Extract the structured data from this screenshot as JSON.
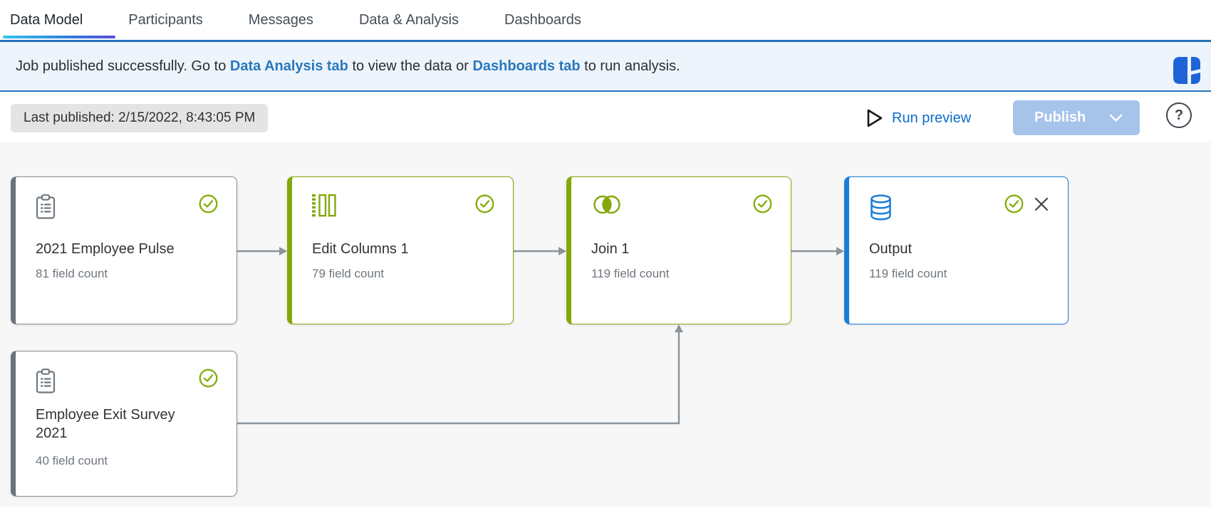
{
  "tabs": {
    "items": [
      {
        "label": "Data Model",
        "active": true
      },
      {
        "label": "Participants",
        "active": false
      },
      {
        "label": "Messages",
        "active": false
      },
      {
        "label": "Data & Analysis",
        "active": false
      },
      {
        "label": "Dashboards",
        "active": false
      }
    ]
  },
  "banner": {
    "text_start": "Job published successfully. Go to ",
    "link_data_analysis": "Data Analysis tab",
    "text_middle": " to view the data or ",
    "link_dashboards": "Dashboards tab",
    "text_end": " to run analysis.",
    "logo_icon": "feedback-widget-logo"
  },
  "toolbar": {
    "last_published": "Last published: 2/15/2022, 8:43:05 PM",
    "run_preview_label": "Run preview",
    "publish_label": "Publish",
    "help_label": "?"
  },
  "flow": {
    "nodes": [
      {
        "title": "2021 Employee Pulse",
        "subtitle": "81 field count",
        "icon": "survey-icon",
        "variant": "gray",
        "status": "published"
      },
      {
        "title": "Edit Columns 1",
        "subtitle": "79 field count",
        "icon": "edit-columns-icon",
        "variant": "green",
        "status": "published"
      },
      {
        "title": "Join 1",
        "subtitle": "119 field count",
        "icon": "join-icon",
        "variant": "green",
        "status": "published"
      },
      {
        "title": "Output",
        "subtitle": "119 field count",
        "icon": "database-icon",
        "variant": "blue",
        "status": "published",
        "closable": true
      },
      {
        "title": "Employee Exit Survey 2021",
        "subtitle": "40 field count",
        "icon": "survey-icon",
        "variant": "gray",
        "status": "published"
      }
    ]
  },
  "colors": {
    "accent_green": "#84a80b",
    "accent_blue": "#1b7ed6",
    "accent_gray": "#6a737d",
    "link_blue": "#0b6dcc",
    "banner_link_blue": "#2878bd",
    "tabbar_border_blue": "#2372b8",
    "publish_disabled_bg": "#a6c3ea",
    "connector_gray": "#8b939b",
    "canvas_bg": "#f7f7f8",
    "banner_bg": "#edf4fb"
  }
}
